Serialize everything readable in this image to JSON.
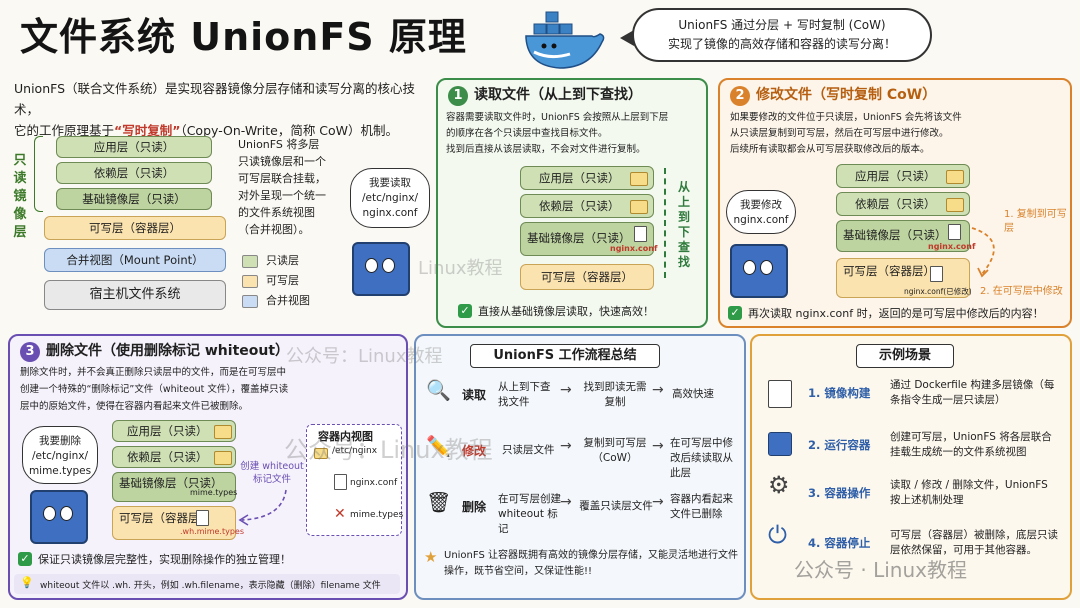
{
  "header": {
    "title": "文件系统 UnionFS 原理",
    "bubble_line1": "UnionFS 通过分层 + 写时复制 (CoW)",
    "bubble_line2": "实现了镜像的高效存储和容器的读写分离！"
  },
  "intro": {
    "line1_a": "UnionFS（联合文件系统）是实现容器镜像分层存储和读写分离的核心技术，",
    "line2_a": "它的工作原理基于",
    "line2_hl": "“写时复制”",
    "line2_b": "（Copy-On-Write，简称 CoW）机制。"
  },
  "overview": {
    "side_label": "只读镜像层",
    "layers": [
      "应用层（只读）",
      "依赖层（只读）",
      "基础镜像层（只读）",
      "可写层（容器层）",
      "合并视图（Mount Point）",
      "宿主机文件系统"
    ],
    "desc": [
      "UnionFS 将多层",
      "只读镜像层和一个",
      "可写层联合挂载，",
      "对外呈现一个统一",
      "的文件系统视图",
      "（合并视图）。"
    ],
    "legend": [
      "只读层",
      "可写层",
      "合并视图"
    ]
  },
  "read": {
    "title": "读取文件（从上到下查找）",
    "num": "1",
    "desc": [
      "容器需要读取文件时，UnionFS 会按照从上层到下层",
      "的顺序在各个只读层中查找目标文件。",
      "找到后直接从该层读取，不会对文件进行复制。"
    ],
    "speech": "我要读取 /etc/nginx/ nginx.conf",
    "layers": [
      "应用层（只读）",
      "依赖层（只读）",
      "基础镜像层（只读）",
      "可写层（容器层）"
    ],
    "file": "nginx.conf",
    "arrow_label": "从上到下查找",
    "footer": "直接从基础镜像层读取，快速高效！"
  },
  "modify": {
    "title": "修改文件（写时复制 CoW）",
    "num": "2",
    "desc": [
      "如果要修改的文件位于只读层，UnionFS 会先将该文件",
      "从只读层复制到可写层，然后在可写层中进行修改。",
      "后续所有读取都会从可写层获取修改后的版本。"
    ],
    "speech": "我要修改 nginx.conf",
    "layers": [
      "应用层（只读）",
      "依赖层（只读）",
      "基础镜像层（只读）",
      "可写层（容器层）"
    ],
    "file": "nginx.conf",
    "file_mod": "nginx.conf(已修改)",
    "step1": "1. 复制到可写层",
    "step2": "2. 在可写层中修改",
    "footer": "再次读取 nginx.conf 时，返回的是可写层中修改后的内容！"
  },
  "delete": {
    "title": "删除文件（使用删除标记 whiteout）",
    "num": "3",
    "desc": [
      "删除文件时，并不会真正删除只读层中的文件，而是在可写层中",
      "创建一个特殊的“删除标记”文件（whiteout 文件），覆盖掉只读",
      "层中的原始文件，使得在容器内看起来文件已被删除。"
    ],
    "speech": "我要删除 /etc/nginx/ mime.types",
    "layers": [
      "应用层（只读）",
      "依赖层（只读）",
      "基础镜像层（只读）",
      "可写层（容器层）"
    ],
    "file": "mime.types",
    "whiteout": ".wh.mime.types",
    "create_label": "创建 whiteout 标记文件",
    "view_title": "容器内视图",
    "view_dir": "/etc/nginx",
    "view_f1": "nginx.conf",
    "view_f2": "mime.types",
    "footer": "保证只读镜像层完整性，实现删除操作的独立管理！",
    "tip": "whiteout 文件以 .wh. 开头，例如 .wh.filename，表示隐藏（删除）filename 文件"
  },
  "summary": {
    "title": "UnionFS 工作流程总结",
    "rows": [
      {
        "op": "读取",
        "a": "从上到下查找文件",
        "b": "找到即读无需复制",
        "c": "高效快速"
      },
      {
        "op": "修改",
        "a": "只读层文件",
        "b": "复制到可写层（CoW）",
        "c": "在可写层中修改后续读取从此层"
      },
      {
        "op": "删除",
        "a": "在可写层创建whiteout 标记",
        "b": "覆盖只读层文件",
        "c": "容器内看起来文件已删除"
      }
    ],
    "footer": "UnionFS 让容器既拥有高效的镜像分层存储，又能灵活地进行文件操作，既节省空间，又保证性能!!"
  },
  "examples": {
    "title": "示例场景",
    "rows": [
      {
        "label": "1. 镜像构建",
        "desc": "通过 Dockerfile 构建多层镜像（每条指令生成一层只读层）"
      },
      {
        "label": "2. 运行容器",
        "desc": "创建可写层，UnionFS 将各层联合挂载生成统一的文件系统视图"
      },
      {
        "label": "3. 容器操作",
        "desc": "读取 / 修改 / 删除文件，UnionFS 按上述机制处理"
      },
      {
        "label": "4. 容器停止",
        "desc": "可写层（容器层）被删除，底层只读层依然保留，可用于其他容器。"
      }
    ]
  },
  "watermarks": [
    "公众号：Linux教程",
    "Linux教程",
    "公众号 · Linux教程",
    "公众号：Linux教程"
  ],
  "colors": {
    "read_panel": "#3c8c4a",
    "modify_panel": "#d9822b",
    "delete_panel": "#6a4fb3",
    "summary_panel": "#6d8fbf",
    "example_panel": "#e0a13a"
  }
}
